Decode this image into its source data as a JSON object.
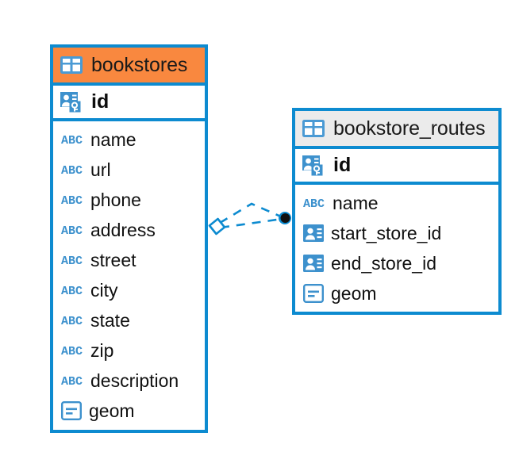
{
  "diagram": {
    "type": "entity-relationship-diagram",
    "background_color": "#ffffff",
    "accent_color": "#0d8bd0",
    "highlight_color": "#f9883f"
  },
  "entities": [
    {
      "name": "bookstores",
      "header_color": "#f9883f",
      "primary_key": {
        "label": "id",
        "icon": "primary-key-icon"
      },
      "fields": [
        {
          "label": "name",
          "icon": "abc-text-icon"
        },
        {
          "label": "url",
          "icon": "abc-text-icon"
        },
        {
          "label": "phone",
          "icon": "abc-text-icon"
        },
        {
          "label": "address",
          "icon": "abc-text-icon"
        },
        {
          "label": "street",
          "icon": "abc-text-icon"
        },
        {
          "label": "city",
          "icon": "abc-text-icon"
        },
        {
          "label": "state",
          "icon": "abc-text-icon"
        },
        {
          "label": "zip",
          "icon": "abc-text-icon"
        },
        {
          "label": "description",
          "icon": "abc-text-icon"
        },
        {
          "label": "geom",
          "icon": "geometry-icon"
        }
      ]
    },
    {
      "name": "bookstore_routes",
      "header_color": "#ebebeb",
      "primary_key": {
        "label": "id",
        "icon": "primary-key-icon"
      },
      "fields": [
        {
          "label": "name",
          "icon": "abc-text-icon"
        },
        {
          "label": "start_store_id",
          "icon": "foreign-key-icon"
        },
        {
          "label": "end_store_id",
          "icon": "foreign-key-icon"
        },
        {
          "label": "geom",
          "icon": "geometry-icon"
        }
      ]
    }
  ],
  "relationship": {
    "style": "dashed",
    "color": "#0d8bd0",
    "source_marker": "diamond-zero-or-one",
    "target_marker": "filled-circle-many",
    "source_entity": "bookstores",
    "target_entity": "bookstore_routes"
  }
}
